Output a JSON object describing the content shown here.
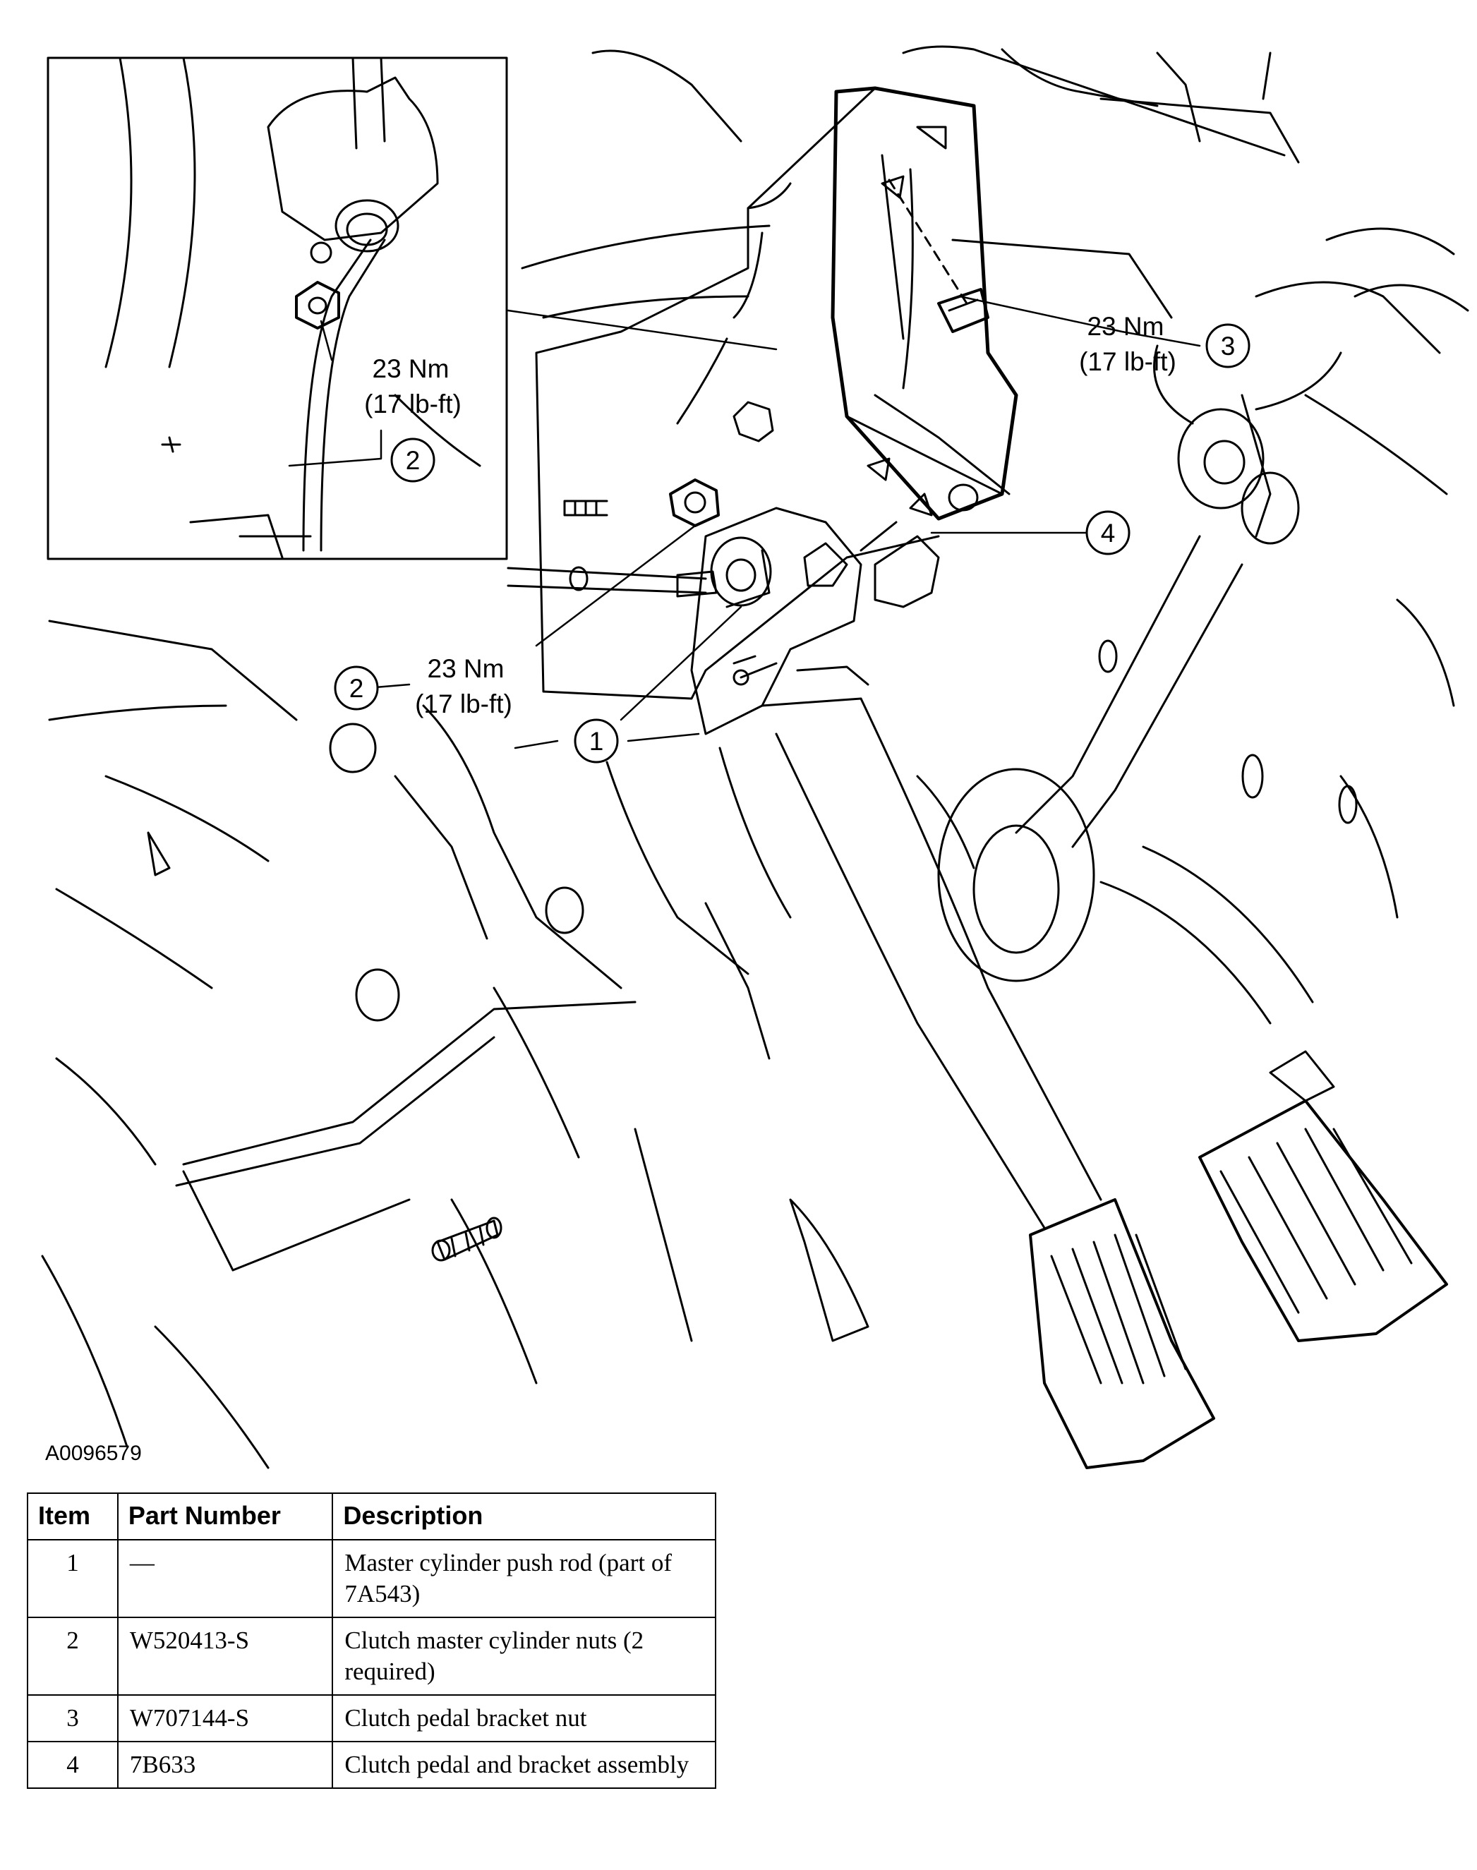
{
  "figure": {
    "id": "A0096579",
    "callouts": [
      {
        "number": "1"
      },
      {
        "number": "2"
      },
      {
        "number": "2"
      },
      {
        "number": "3"
      },
      {
        "number": "4"
      }
    ],
    "torque_labels": [
      {
        "nm": "23 Nm",
        "lbft": "(17 lb-ft)"
      },
      {
        "nm": "23 Nm",
        "lbft": "(17 lb-ft)"
      },
      {
        "nm": "23 Nm",
        "lbft": "(17 lb-ft)"
      }
    ]
  },
  "table": {
    "headers": [
      "Item",
      "Part Number",
      "Description"
    ],
    "rows": [
      {
        "item": "1",
        "part": "—",
        "desc": "Master cylinder push rod (part of 7A543)"
      },
      {
        "item": "2",
        "part": "W520413-S",
        "desc": "Clutch master cylinder nuts (2 required)"
      },
      {
        "item": "3",
        "part": "W707144-S",
        "desc": "Clutch pedal bracket nut"
      },
      {
        "item": "4",
        "part": "7B633",
        "desc": "Clutch pedal and bracket assembly"
      }
    ]
  }
}
